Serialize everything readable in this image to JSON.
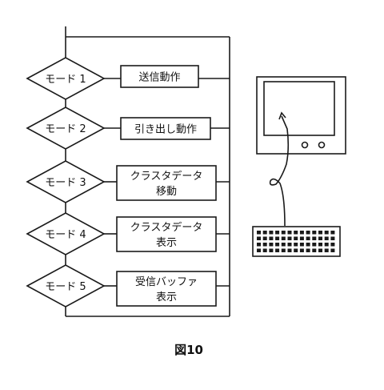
{
  "modes": [
    {
      "label": "モード 1",
      "action": [
        "送信動作"
      ]
    },
    {
      "label": "モード 2",
      "action": [
        "引き出し動作"
      ]
    },
    {
      "label": "モード 3",
      "action": [
        "クラスタデータ",
        "移動"
      ]
    },
    {
      "label": "モード 4",
      "action": [
        "クラスタデータ",
        "表示"
      ]
    },
    {
      "label": "モード 5",
      "action": [
        "受信バッファ",
        "表示"
      ]
    }
  ],
  "caption": "図10",
  "colors": {
    "line": "#1a1a1a",
    "background": "#ffffff"
  }
}
